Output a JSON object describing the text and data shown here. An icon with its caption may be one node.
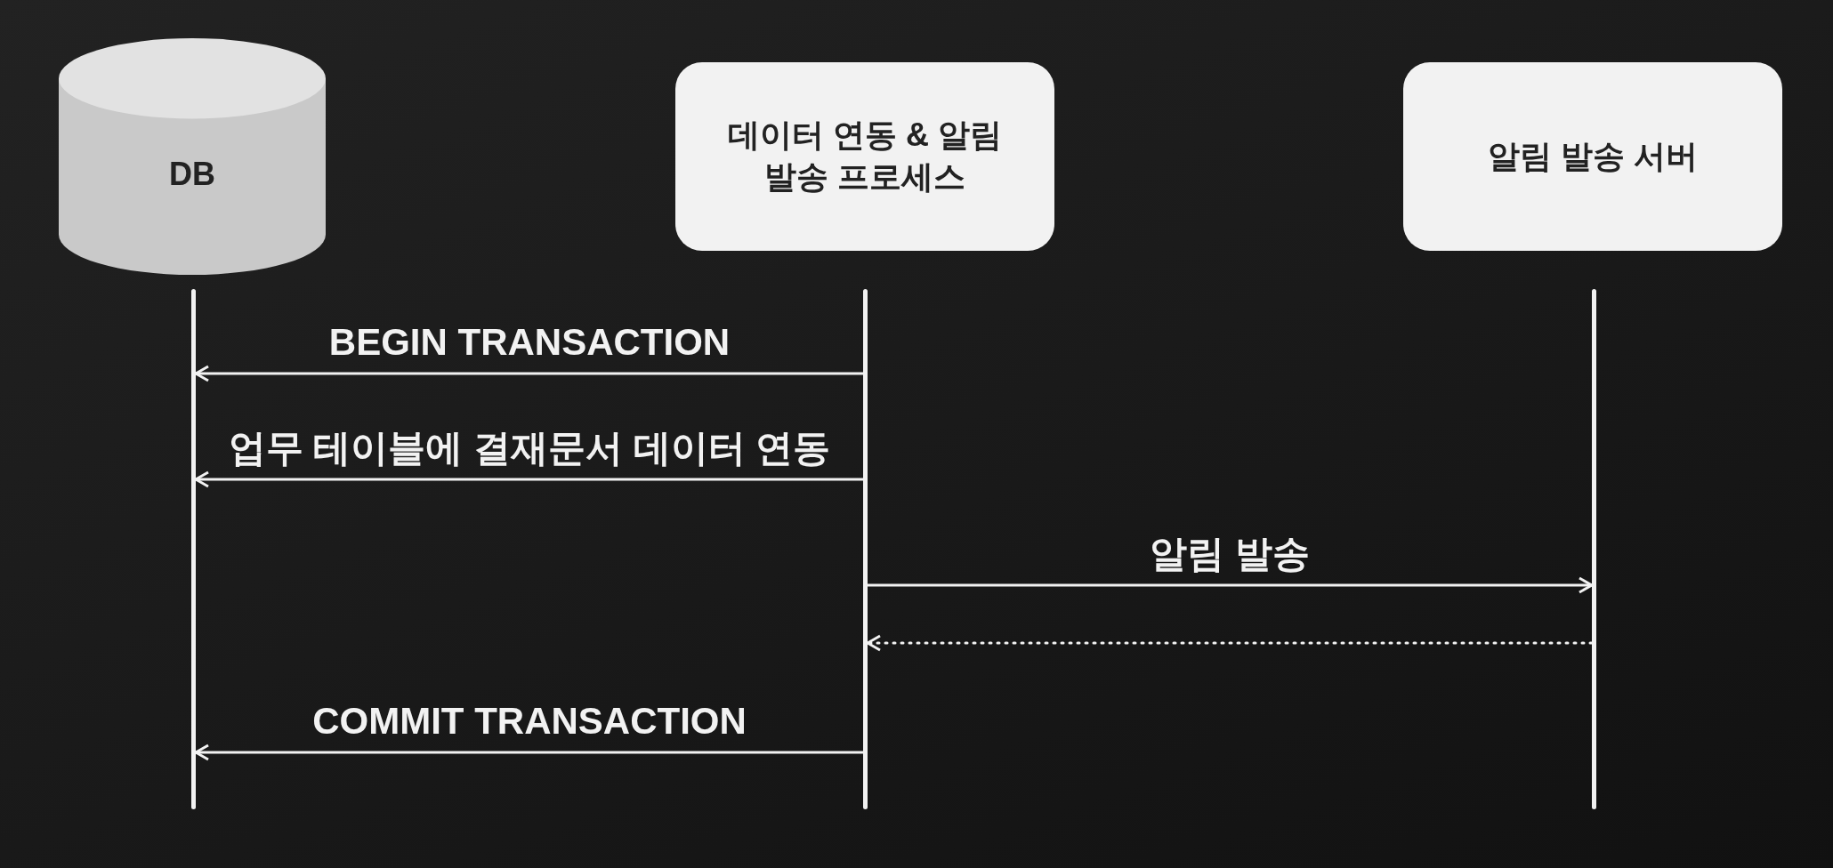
{
  "diagram": {
    "nodes": [
      {
        "text": [
          "DB"
        ]
      },
      {
        "text": [
          "데이터 연동 & 알림 발송 프로세스"
        ]
      },
      {
        "text": [
          "알림 발송 서버"
        ]
      },
      {
        "text": [],
        "shape": "bar"
      },
      {
        "text": [],
        "shape": "bar"
      },
      {
        "text": [],
        "shape": "bar"
      }
    ],
    "edges": [
      {
        "from": 4,
        "to": 3,
        "arrow": "to",
        "label": "BEGIN TRANSACTION"
      },
      {
        "from": 4,
        "to": 3,
        "arrow": "to",
        "label": "업무 테이블에 결재문서 데이터 연동"
      },
      {
        "from": 4,
        "to": 5,
        "arrow": "to",
        "label": "알림 발송"
      },
      {
        "from": 5,
        "to": 4,
        "arrow": "to",
        "style": "dashed"
      },
      {
        "from": 4,
        "to": 3,
        "arrow": "to",
        "label": "COMMIT TRANSACTION"
      }
    ]
  }
}
